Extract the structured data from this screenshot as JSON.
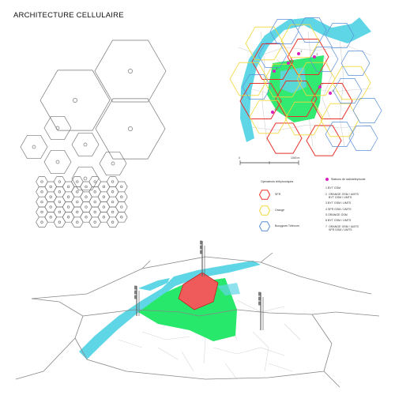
{
  "title": "ARCHITECTURE CELLULAIRE",
  "colors": {
    "sfr": "#e8312a",
    "orange": "#f2d83a",
    "bouygues": "#5b8fd6",
    "river": "#5fd6e6",
    "park": "#27e86a",
    "station": "#d81fbf",
    "cell_line": "#888888",
    "red_roof": "#ef5b5b"
  },
  "scale": {
    "start": "0",
    "end": "1000 m"
  },
  "legend": {
    "operators_title": "Opérateurs téléphoniques",
    "operators": [
      {
        "key": "sfr",
        "label": "SFR"
      },
      {
        "key": "orange",
        "label": "Orange"
      },
      {
        "key": "bouygues",
        "label": "Bouygues Télécom"
      }
    ],
    "stations_title": "Stations de radiotéléphonie",
    "stations": [
      "1  BYT GSM",
      "2  ORANGE GSM / UMTS\n    BYT GSM / UMTS",
      "3  BYT GSM / UMTS",
      "4  SFR GSM / UMTS",
      "5  ORANGE GSM",
      "6  BYT GSM / UMTS",
      "7  ORANGE GSM / UMTS\n    SFR GSM / UMTS"
    ]
  },
  "map_station_numbers": [
    "1",
    "2",
    "3",
    "4",
    "5",
    "6",
    "7"
  ]
}
